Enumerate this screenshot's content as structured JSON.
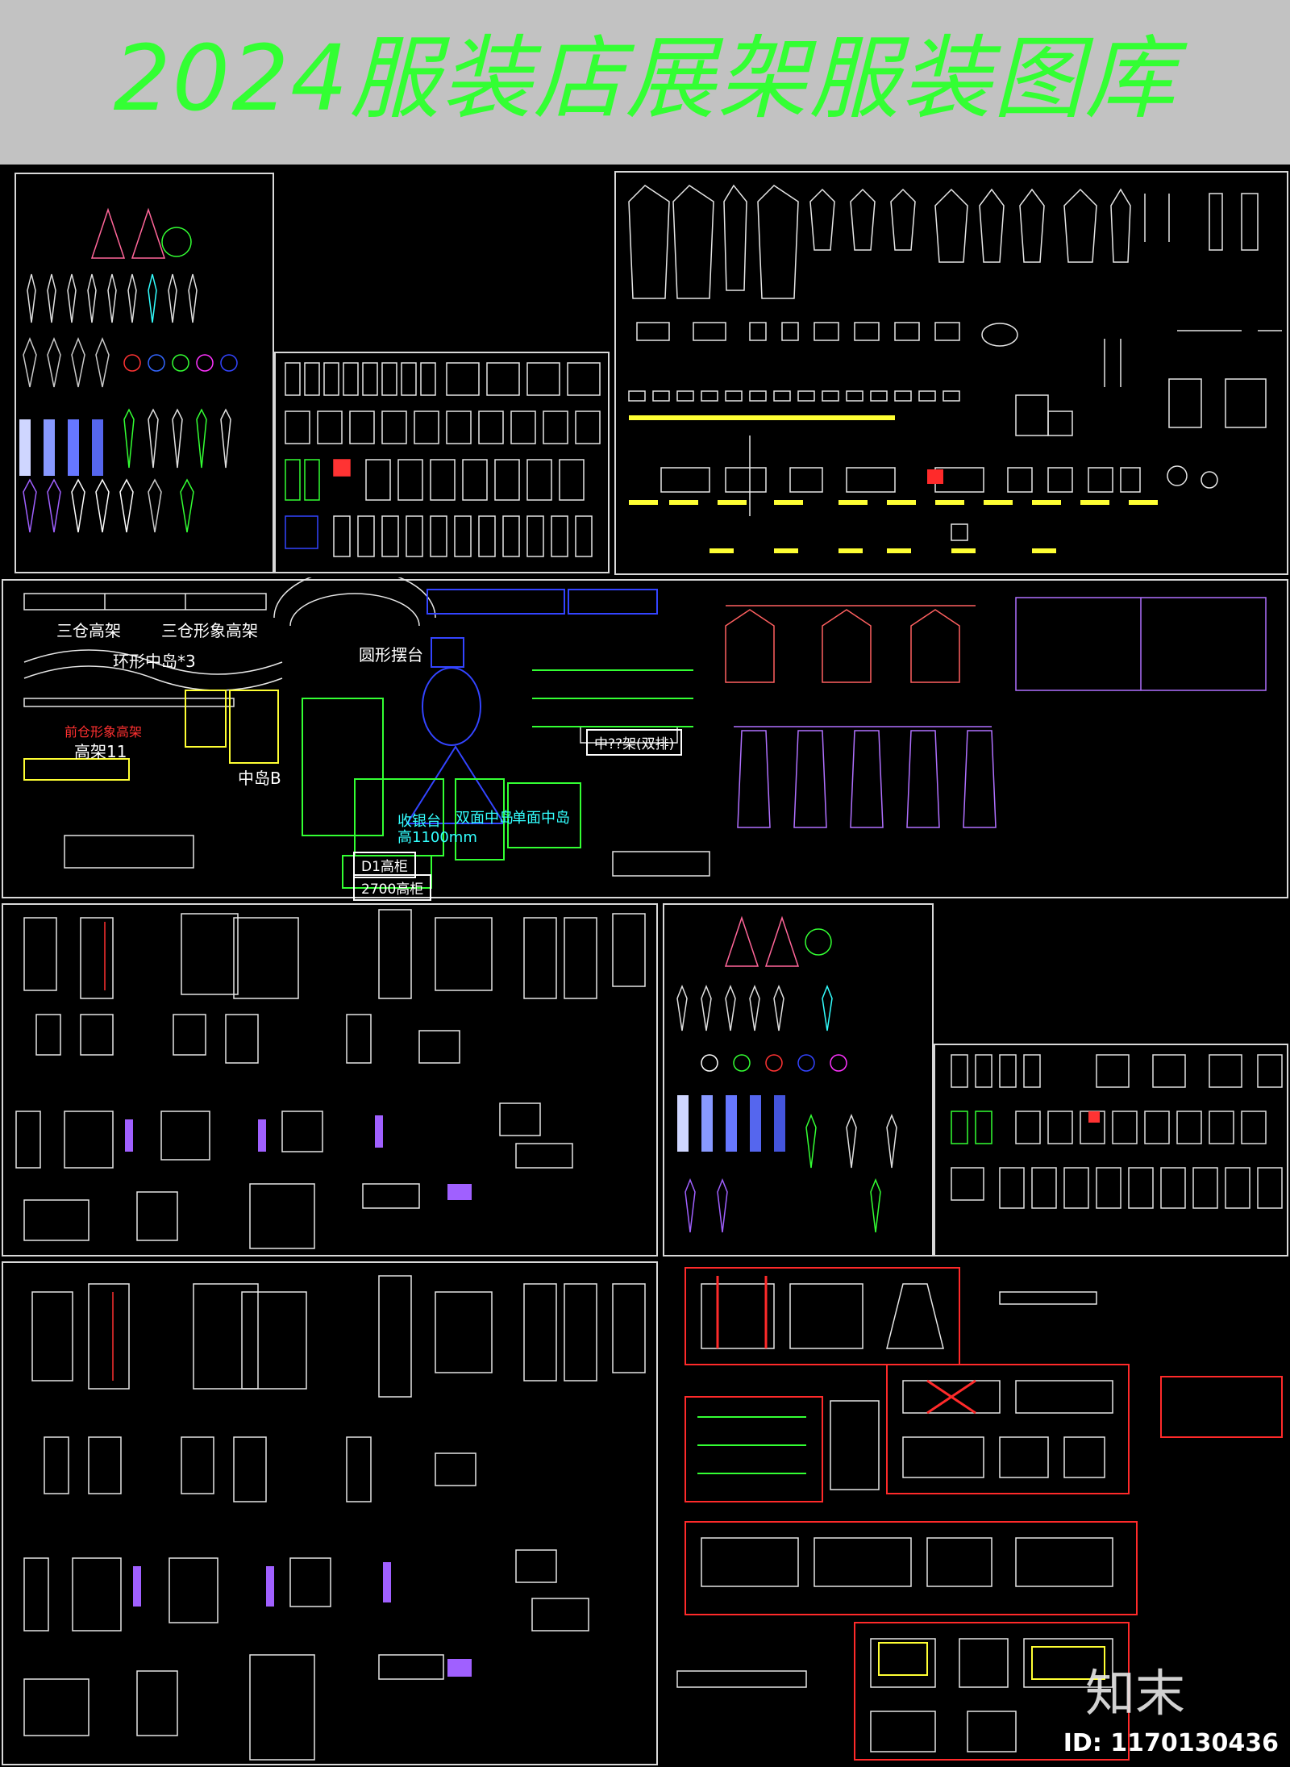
{
  "banner": {
    "title": "2024服装店展架服装图库"
  },
  "drawing_labels": {
    "shelf_a": "三仓高架",
    "shelf_b": "三仓形象高架",
    "ring_island": "环形中岛*3",
    "red_note": "前仓形象高架",
    "high_shelf": "高架11",
    "mid_island_b": "中岛B",
    "round_table": "圆形摆台",
    "cashier": "收银台",
    "cashier_h": "高1100mm",
    "double_island": "双面中岛",
    "single_island": "单面中岛",
    "rack_double": "中??架(双排)",
    "d1_cabinet": "D1高柜",
    "tall_cabinet": "2700高柜"
  },
  "watermark": {
    "logo": "知末",
    "id": "ID: 1170130436"
  },
  "colors": {
    "banner_bg": "#c2c2c2",
    "title_green": "#33ff33",
    "cad_bg": "#000000",
    "line_white": "#e6e6e6",
    "accent_red": "#ff2a2a",
    "accent_yellow": "#ffff33",
    "accent_purple": "#a060ff",
    "accent_blue": "#3344ff"
  }
}
